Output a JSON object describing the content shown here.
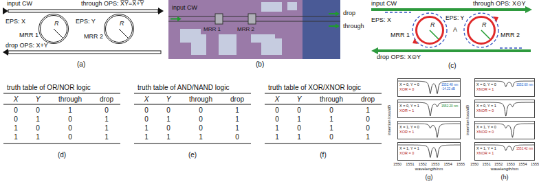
{
  "diagram": {
    "nodes": [
      {
        "text": [
          "R"
        ]
      },
      {
        "text": [
          "R"
        ]
      },
      {
        "text": [
          "R"
        ]
      },
      {
        "text": [
          "R"
        ]
      },
      {
        "text": [
          "X = 0, Y = 0",
          "XOR = 0"
        ]
      },
      {
        "text": [
          "X = 0, Y = 1",
          "XOR = 1"
        ]
      },
      {
        "text": [
          "X = 1, Y = 0",
          "XOR = 1"
        ]
      },
      {
        "text": [
          "X = 1, Y = 1",
          "XOR = 0"
        ]
      },
      {
        "text": [
          "X = 0, Y = 0",
          "XNOR = 1"
        ]
      },
      {
        "text": [
          "X = 0, Y = 1",
          "XNOR = 0"
        ]
      },
      {
        "text": [
          "X = 1, Y = 0",
          "XNOR = 0"
        ]
      },
      {
        "text": [
          "X = 1, Y = 1",
          "XNOR = 1"
        ]
      }
    ],
    "labels": [
      "input CW",
      "through OPS: X̅Y̅=X̅+̅Y̅",
      "EPS: X",
      "EPS: Y",
      "MRR 1",
      "MRR 2",
      "drop OPS: X+Y",
      "(a)",
      "input CW",
      "MRR 1",
      "MRR 2",
      "drop",
      "through",
      "(b)",
      "input CW",
      "through OPS: X⊙Y",
      "EPS: X",
      "EPS: Y",
      "A",
      "MRR 1",
      "MRR 2",
      "drop OPS: X⊙Y",
      "(c)",
      "truth table of OR/NOR logic",
      "X",
      "Y",
      "through",
      "drop",
      "0",
      "0",
      "1",
      "0",
      "0",
      "1",
      "0",
      "1",
      "1",
      "0",
      "0",
      "1",
      "1",
      "1",
      "0",
      "1",
      "(d)",
      "truth table of AND/NAND logic",
      "X",
      "Y",
      "through",
      "drop",
      "0",
      "0",
      "0",
      "1",
      "0",
      "1",
      "0",
      "1",
      "1",
      "0",
      "0",
      "1",
      "1",
      "1",
      "1",
      "0",
      "(e)",
      "truth table of XOR/XNOR logic",
      "X",
      "Y",
      "through",
      "drop",
      "0",
      "0",
      "0",
      "1",
      "0",
      "1",
      "1",
      "0",
      "1",
      "0",
      "1",
      "0",
      "1",
      "1",
      "0",
      "1",
      "(f)",
      "insertion loss/dB",
      "1550",
      "1551",
      "1552",
      "1553",
      "1554",
      "1555",
      "wavelength/nm",
      "1552.48 nm",
      "-14.22 dB",
      "1552.20 nm",
      "(g)",
      "insertion loss/dB",
      "1550",
      "1551",
      "1552",
      "1553",
      "1554",
      "1555",
      "wavelength/nm",
      "1552.60 nm",
      "1552.42 nm",
      "(h)"
    ]
  }
}
